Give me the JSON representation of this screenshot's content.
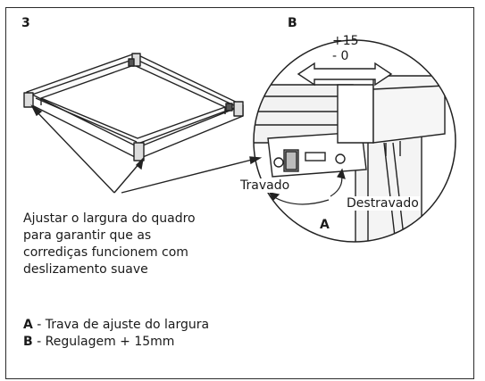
{
  "step_number": "3",
  "detail_label": "B",
  "adjust": {
    "plus": "+15",
    "minus": "- 0"
  },
  "callouts": {
    "locked": "Travado",
    "unlocked": "Destravado",
    "a": "A"
  },
  "instruction": "Ajustar o largura do quadro\npara garantir  que as\ncorrediças  funcionem com\ndeslizamento suave",
  "legend": [
    {
      "key": "A",
      "text": " - Trava de ajuste do largura"
    },
    {
      "key": "B",
      "text": " - Regulagem + 15mm"
    }
  ]
}
